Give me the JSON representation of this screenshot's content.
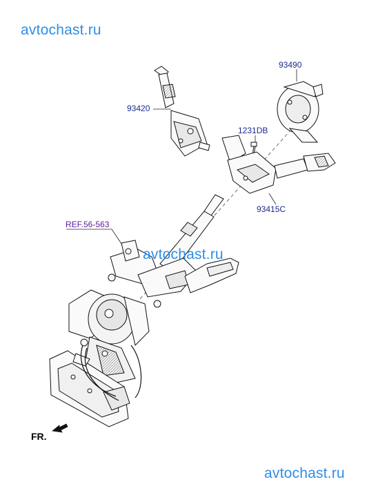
{
  "watermarks": {
    "top": "avtochast.ru",
    "middle": "avtochast.ru",
    "bottom": "avtochast.ru"
  },
  "parts": {
    "p93420": "93420",
    "p93490": "93490",
    "p1231DB": "1231DB",
    "p93415C": "93415C"
  },
  "reference": "REF.56-563",
  "direction": "FR.",
  "colors": {
    "watermark": "#2f8ee6",
    "part_label": "#1c2a8a",
    "ref_label": "#5a1a9a"
  }
}
